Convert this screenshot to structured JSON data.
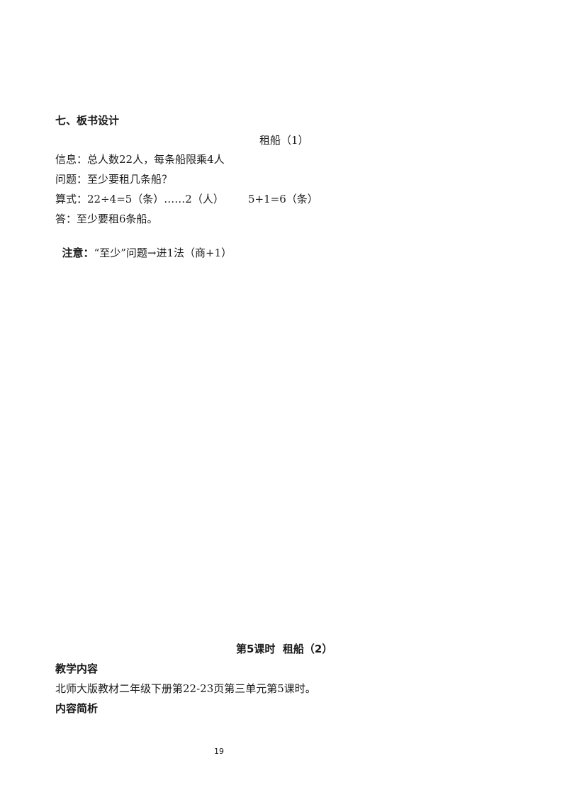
{
  "section_seven": {
    "heading": "七、板书设计",
    "board_title": "租船（1）",
    "info": "信息：总人数22人，每条船限乘4人",
    "question": "问题：至少要租几条船？",
    "formula_a": "算式：22÷4=5（条）……2（人）",
    "formula_b": "5+1=6（条）",
    "answer": "答：至少要租6条船。",
    "note_label": "注意：",
    "note_text": "“至少”问题→进1法（商+1）"
  },
  "lesson": {
    "title": "第5课时  租船（2）",
    "content_heading": "教学内容",
    "content_text": "北师大版教材二年级下册第22-23页第三单元第5课时。",
    "analysis_heading": "内容简析"
  },
  "page_number": "19"
}
